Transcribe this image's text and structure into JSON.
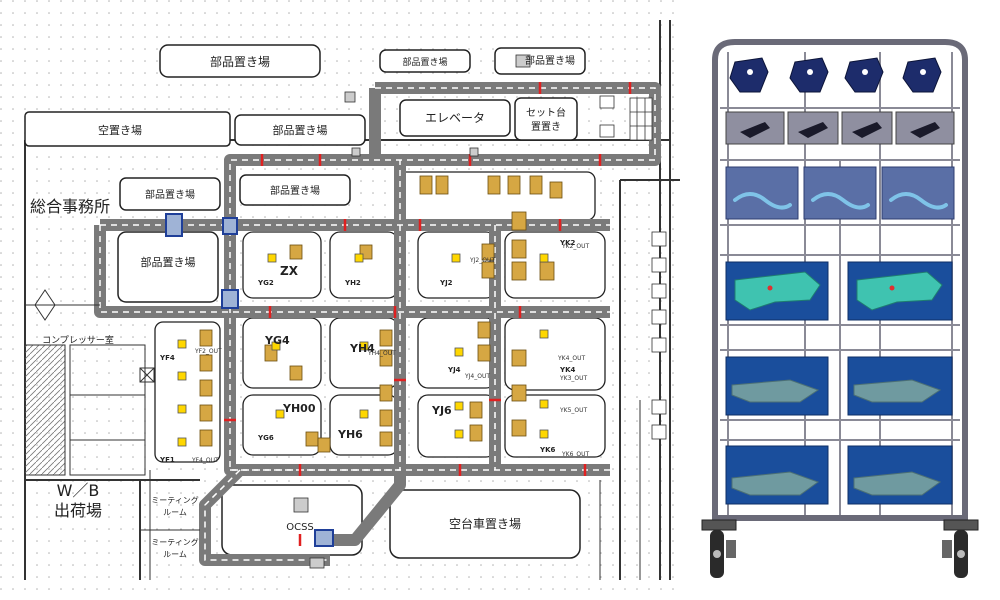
{
  "plan": {
    "zones": {
      "parts_top": "部品置き場",
      "parts_small_1": "部品置き場",
      "parts_small_2": "部品置き場",
      "empty_storage": "空置き場",
      "parts_mid": "部品置き場",
      "elevator": "エレベータ",
      "set_cart": "セット台",
      "set_cart_2": "置置き",
      "office": "総合事務所",
      "parts_left_upper": "部品置き場",
      "parts_row2": "部品置き場",
      "parts_big": "部品置き場",
      "compressor": "コンプレッサー室",
      "wb": "W／B",
      "shipping": "出荷場",
      "meeting1": "ミーティング",
      "meeting1b": "ルーム",
      "meeting2": "ミーティング",
      "meeting2b": "ルーム",
      "empty_cart": "空台車置き場",
      "ocss": "OCSS"
    },
    "cells": [
      "YG2",
      "YH2",
      "YJ2",
      "YK2",
      "YG4",
      "YH4",
      "YJ4",
      "YK4",
      "YG6",
      "YH6",
      "YJ6",
      "YK6",
      "YF1",
      "YF4",
      "ZX",
      "YH00"
    ],
    "tags": [
      "YK2_OUT",
      "YJ2_OUT",
      "YK4_OUT",
      "YJ4_OUT",
      "YH4_OUT",
      "YK6_OUT",
      "YK3_OUT",
      "YK5_OUT",
      "YF2_OUT",
      "YF4_OUT"
    ]
  }
}
